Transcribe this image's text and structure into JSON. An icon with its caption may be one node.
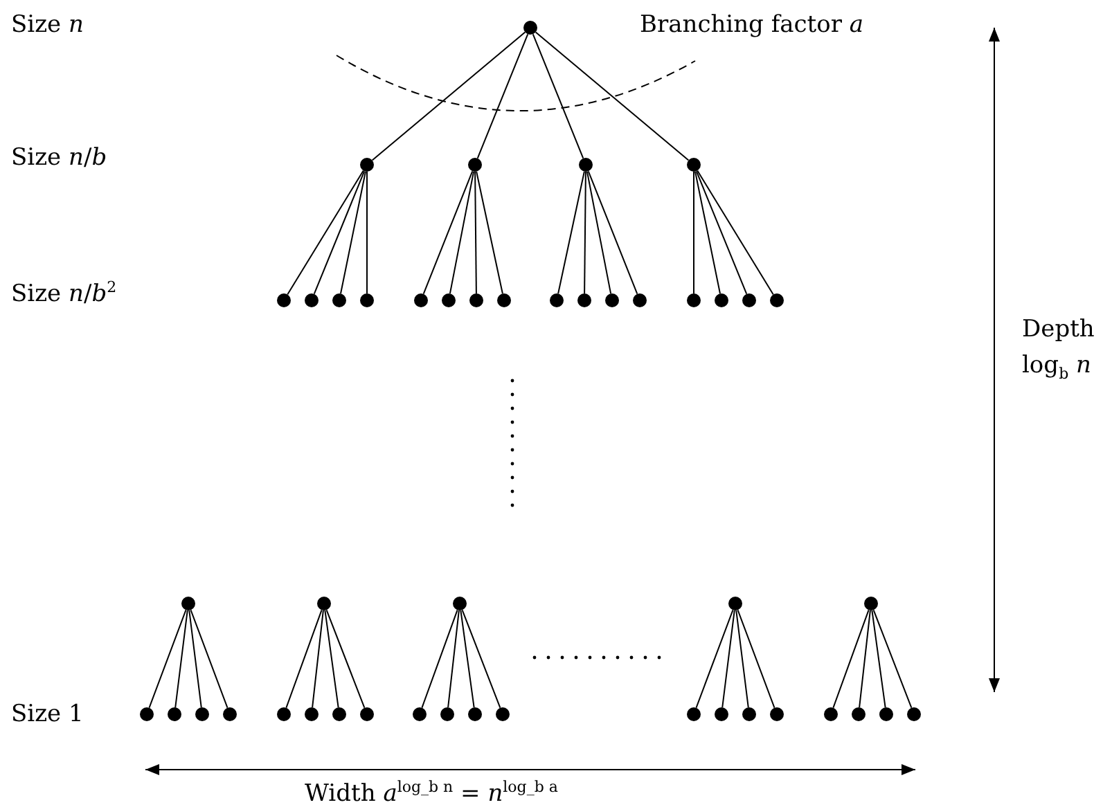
{
  "diagram": {
    "nodes": [
      {
        "text": [],
        "shape": "circle"
      },
      {
        "text": [],
        "shape": "circle"
      },
      {
        "text": [],
        "shape": "circle"
      },
      {
        "text": [],
        "shape": "circle"
      },
      {
        "text": [],
        "shape": "circle"
      },
      {
        "text": [],
        "shape": "circle"
      },
      {
        "text": [],
        "shape": "circle"
      },
      {
        "text": [],
        "shape": "circle"
      },
      {
        "text": [],
        "shape": "circle"
      },
      {
        "text": [],
        "shape": "circle"
      },
      {
        "text": [],
        "shape": "circle"
      },
      {
        "text": [],
        "shape": "circle"
      },
      {
        "text": [],
        "shape": "circle"
      },
      {
        "text": [],
        "shape": "circle"
      },
      {
        "text": [],
        "shape": "circle"
      },
      {
        "text": [],
        "shape": "circle"
      },
      {
        "text": [],
        "shape": "circle"
      },
      {
        "text": [],
        "shape": "circle"
      },
      {
        "text": [],
        "shape": "circle"
      },
      {
        "text": [],
        "shape": "circle"
      },
      {
        "text": [],
        "shape": "circle"
      },
      {
        "text": [],
        "shape": "circle"
      },
      {
        "text": [],
        "shape": "circle"
      },
      {
        "text": [],
        "shape": "circle"
      },
      {
        "text": [],
        "shape": "circle"
      },
      {
        "text": [],
        "shape": "circle"
      },
      {
        "text": [],
        "shape": "circle"
      },
      {
        "text": [],
        "shape": "circle"
      },
      {
        "text": [],
        "shape": "circle"
      },
      {
        "text": [],
        "shape": "circle"
      },
      {
        "text": [],
        "shape": "circle"
      },
      {
        "text": [],
        "shape": "circle"
      },
      {
        "text": [],
        "shape": "circle"
      },
      {
        "text": [],
        "shape": "circle"
      },
      {
        "text": [],
        "shape": "circle"
      },
      {
        "text": [],
        "shape": "circle"
      },
      {
        "text": [],
        "shape": "circle"
      },
      {
        "text": [],
        "shape": "circle"
      },
      {
        "text": [],
        "shape": "circle"
      },
      {
        "text": [],
        "shape": "circle"
      },
      {
        "text": [],
        "shape": "circle"
      },
      {
        "text": [],
        "shape": "circle"
      },
      {
        "text": [],
        "shape": "circle"
      },
      {
        "text": [],
        "shape": "circle"
      },
      {
        "text": [],
        "shape": "circle"
      },
      {
        "text": [],
        "shape": "circle"
      }
    ],
    "edges": [
      {
        "from": 0,
        "to": 1,
        "arrow": "none"
      },
      {
        "from": 0,
        "to": 2,
        "arrow": "none"
      },
      {
        "from": 0,
        "to": 3,
        "arrow": "none"
      },
      {
        "from": 0,
        "to": 4,
        "arrow": "none"
      },
      {
        "from": 1,
        "to": 5,
        "arrow": "none"
      },
      {
        "from": 1,
        "to": 6,
        "arrow": "none"
      },
      {
        "from": 1,
        "to": 7,
        "arrow": "none"
      },
      {
        "from": 1,
        "to": 8,
        "arrow": "none"
      },
      {
        "from": 2,
        "to": 9,
        "arrow": "none"
      },
      {
        "from": 2,
        "to": 10,
        "arrow": "none"
      },
      {
        "from": 2,
        "to": 11,
        "arrow": "none"
      },
      {
        "from": 2,
        "to": 12,
        "arrow": "none"
      },
      {
        "from": 3,
        "to": 13,
        "arrow": "none"
      },
      {
        "from": 3,
        "to": 14,
        "arrow": "none"
      },
      {
        "from": 3,
        "to": 15,
        "arrow": "none"
      },
      {
        "from": 3,
        "to": 16,
        "arrow": "none"
      },
      {
        "from": 4,
        "to": 17,
        "arrow": "none"
      },
      {
        "from": 4,
        "to": 18,
        "arrow": "none"
      },
      {
        "from": 4,
        "to": 19,
        "arrow": "none"
      },
      {
        "from": 4,
        "to": 20,
        "arrow": "none"
      },
      {
        "from": 21,
        "to": 26,
        "arrow": "none"
      },
      {
        "from": 21,
        "to": 27,
        "arrow": "none"
      },
      {
        "from": 21,
        "to": 28,
        "arrow": "none"
      },
      {
        "from": 21,
        "to": 29,
        "arrow": "none"
      },
      {
        "from": 22,
        "to": 30,
        "arrow": "none"
      },
      {
        "from": 22,
        "to": 31,
        "arrow": "none"
      },
      {
        "from": 22,
        "to": 32,
        "arrow": "none"
      },
      {
        "from": 22,
        "to": 33,
        "arrow": "none"
      },
      {
        "from": 23,
        "to": 34,
        "arrow": "none"
      },
      {
        "from": 23,
        "to": 35,
        "arrow": "none"
      },
      {
        "from": 23,
        "to": 36,
        "arrow": "none"
      },
      {
        "from": 23,
        "to": 37,
        "arrow": "none"
      },
      {
        "from": 24,
        "to": 38,
        "arrow": "none"
      },
      {
        "from": 24,
        "to": 39,
        "arrow": "none"
      },
      {
        "from": 24,
        "to": 40,
        "arrow": "none"
      },
      {
        "from": 24,
        "to": 41,
        "arrow": "none"
      },
      {
        "from": 25,
        "to": 42,
        "arrow": "none"
      },
      {
        "from": 25,
        "to": 43,
        "arrow": "none"
      },
      {
        "from": 25,
        "to": 44,
        "arrow": "none"
      },
      {
        "from": 25,
        "to": 45,
        "arrow": "none"
      }
    ],
    "labels": [
      "Size *n*",
      "Branching factor *a*",
      "Size *n*/*b*",
      "Size *n*/*b*$^{2}$",
      "Depth",
      "log$_{b}$ *n*",
      "Size 1",
      "Width *a*$^{log_b n}$ = *n*$^{log_b a}$"
    ]
  }
}
